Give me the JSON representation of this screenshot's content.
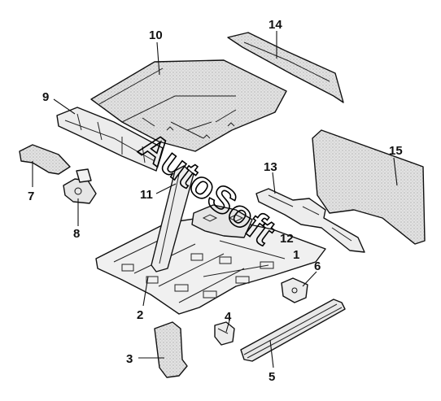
{
  "watermark": "AutoSoft",
  "callouts": [
    "10",
    "14",
    "9",
    "15",
    "7",
    "11",
    "13",
    "8",
    "6",
    "2",
    "4",
    "3",
    "5",
    "12",
    "1"
  ]
}
